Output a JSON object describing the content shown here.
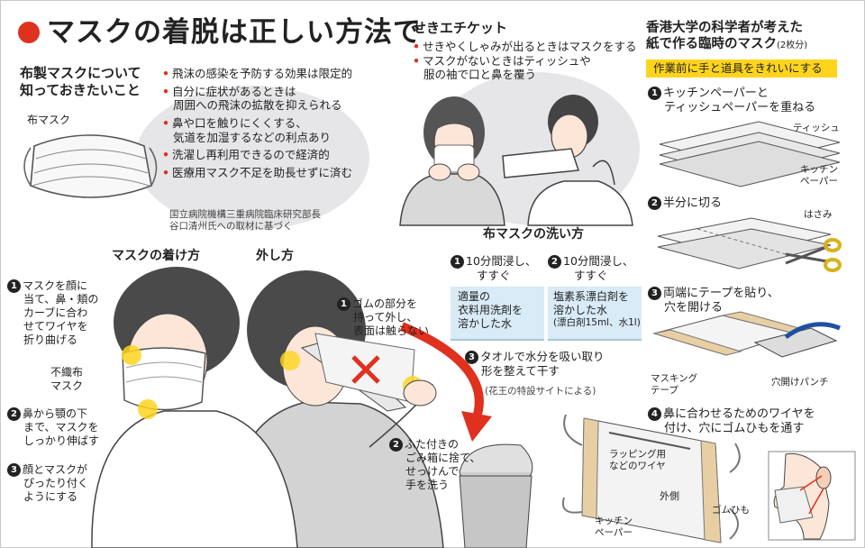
{
  "colors": {
    "accent_red": "#e0301e",
    "highlight_yellow": "#ffd41c",
    "wash_blue": "#d8ebf7",
    "bg_gray": "#e6e6e8"
  },
  "title": "マスクの着脱は正しい方法で",
  "cloth_mask": {
    "heading_1": "布製マスクについて",
    "heading_2": "知っておきたいこと",
    "label": "布マスク",
    "bullets": [
      {
        "lines": [
          "飛沫の感染を予防する効果は限定的"
        ]
      },
      {
        "lines": [
          "自分に症状があるときは",
          "周囲への飛沫の拡散を抑えられる"
        ]
      },
      {
        "lines": [
          "鼻や口を触りにくくする、",
          "気道を加湿するなどの利点あり"
        ]
      },
      {
        "lines": [
          "洗濯し再利用できるので経済的"
        ]
      },
      {
        "lines": [
          "医療用マスク不足を助長せずに済む"
        ]
      }
    ],
    "source": [
      "国立病院機構三重病院臨床研究部長",
      "谷口清州氏への取材に基づく"
    ]
  },
  "etiquette": {
    "heading": "せきエチケット",
    "bullets": [
      {
        "lines": [
          "せきやくしゃみが出るときはマスクをする"
        ]
      },
      {
        "lines": [
          "マスクがないときはティッシュや",
          "服の袖で口と鼻を覆う"
        ]
      }
    ]
  },
  "hku": {
    "heading_1": "香港大学の科学者が考えた",
    "heading_2": "紙で作る臨時のマスク",
    "count": "(2枚分)",
    "banner": "作業前に手と道具をきれいにする",
    "step1": [
      "キッチンペーパーと",
      "ティッシュペーパーを重ねる"
    ],
    "label_tissue": "ティッシュ",
    "label_kitchen": [
      "キッチン",
      "ペーパー"
    ],
    "step2": "半分に切る",
    "label_scissors": "はさみ",
    "step3": [
      "両端にテープを貼り、",
      "穴を開ける"
    ],
    "label_tape": [
      "マスキング",
      "テープ"
    ],
    "label_punch": "穴開けパンチ",
    "step4": [
      "鼻に合わせるためのワイヤを",
      "付け、穴にゴムひもを通す"
    ],
    "label_wire": [
      "ラッピング用",
      "などのワイヤ"
    ],
    "label_outside": "外側",
    "label_kitchen2": [
      "キッチン",
      "ペーパー"
    ],
    "label_elastic": "ゴムひも"
  },
  "wash": {
    "heading": "布マスクの洗い方",
    "step1": [
      "10分間浸し、",
      "すすぐ"
    ],
    "step1_box": [
      "適量の",
      "衣料用洗剤を",
      "溶かした水"
    ],
    "step2": [
      "10分間浸し、",
      "すすぐ"
    ],
    "step2_box": [
      "塩素系漂白剤を",
      "溶かした水"
    ],
    "step2_note": "(漂白剤15ml、水1l)",
    "step3": [
      "タオルで水分を吸い取り",
      "形を整えて干す"
    ],
    "source": "(花王の特設サイトによる)"
  },
  "wearing": {
    "heading_on": "マスクの着け方",
    "heading_off": "外し方",
    "on1": [
      "マスクを顔に",
      "当て、鼻・頬の",
      "カーブに合わ",
      "せてワイヤを",
      "折り曲げる"
    ],
    "label_nonwoven": [
      "不織布",
      "マスク"
    ],
    "on2": [
      "鼻から顎の下",
      "まで、マスクを",
      "しっかり伸ばす"
    ],
    "on3": [
      "顔とマスクが",
      "ぴったり付く",
      "ようにする"
    ],
    "off1": [
      "ゴムの部分を",
      "持って外し、",
      "表面は触らない"
    ],
    "off2": [
      "ふた付きの",
      "ごみ箱に捨て、",
      "せっけんで",
      "手を洗う"
    ]
  },
  "numbers": [
    "1",
    "2",
    "3",
    "4"
  ]
}
